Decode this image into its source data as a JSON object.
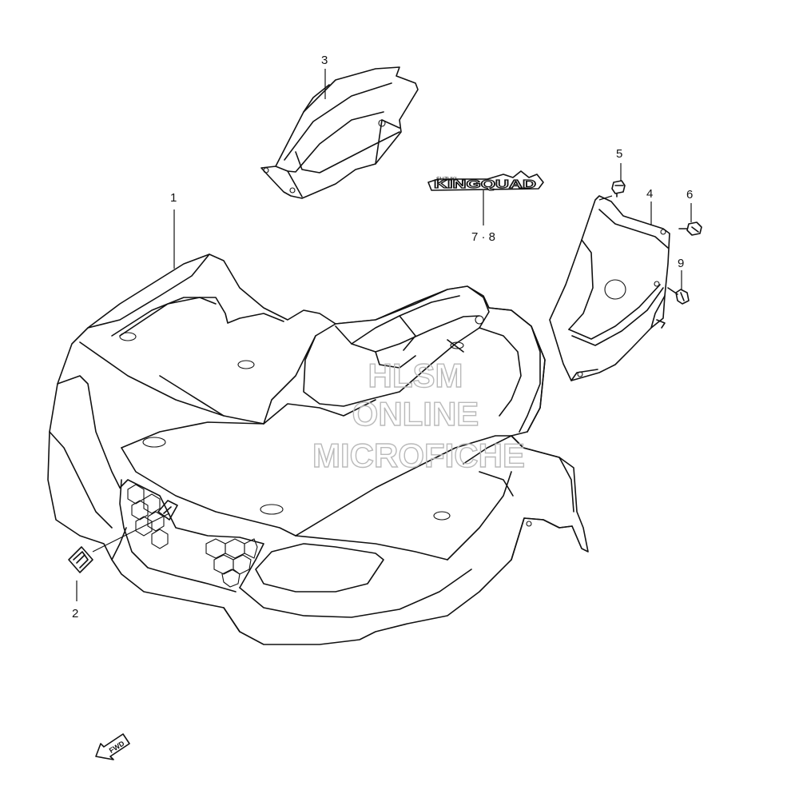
{
  "diagram": {
    "callouts": [
      {
        "id": "1",
        "label": "1"
      },
      {
        "id": "2",
        "label": "2"
      },
      {
        "id": "3",
        "label": "3"
      },
      {
        "id": "4",
        "label": "4"
      },
      {
        "id": "5",
        "label": "5"
      },
      {
        "id": "6",
        "label": "6"
      },
      {
        "id": "7-8",
        "label": "7 · 8"
      },
      {
        "id": "9",
        "label": "9"
      }
    ],
    "decal": {
      "brand_small": "SUZUKI",
      "brand_large": "KINGQUAD"
    },
    "fwd_arrow": {
      "label": "FWD"
    },
    "watermark": {
      "line1": "HLSM",
      "line2": "ONLINE",
      "line3": "MICROFICHE"
    }
  }
}
